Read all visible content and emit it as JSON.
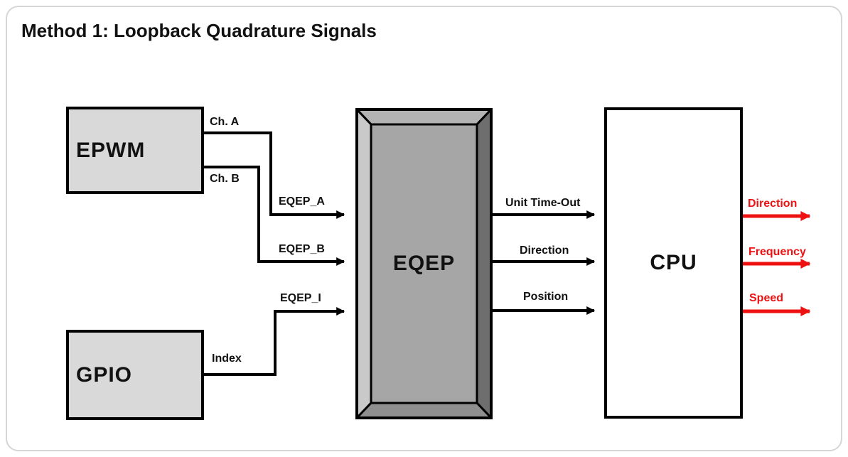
{
  "title": "Method 1: Loopback Quadrature Signals",
  "blocks": {
    "epwm": {
      "label": "EPWM"
    },
    "gpio": {
      "label": "GPIO"
    },
    "eqep": {
      "label": "EQEP"
    },
    "cpu": {
      "label": "CPU"
    }
  },
  "signals": {
    "ch_a": "Ch. A",
    "ch_b": "Ch. B",
    "index": "Index",
    "eqep_a": "EQEP_A",
    "eqep_b": "EQEP_B",
    "eqep_i": "EQEP_I",
    "unit_time_out": "Unit Time-Out",
    "direction_in": "Direction",
    "position": "Position",
    "out_direction": "Direction",
    "out_frequency": "Frequency",
    "out_speed": "Speed"
  },
  "colors": {
    "accent_red": "#ee1111",
    "block_fill": "#d9d9d9",
    "line_black": "#000000",
    "frame_gray": "#d6d6d6",
    "bevel_left": "#c9c9c9",
    "bevel_top": "#b3b3b3",
    "bevel_right": "#6e6e6e",
    "bevel_bottom": "#8f8f8f",
    "bevel_inner": "#a6a6a6"
  }
}
